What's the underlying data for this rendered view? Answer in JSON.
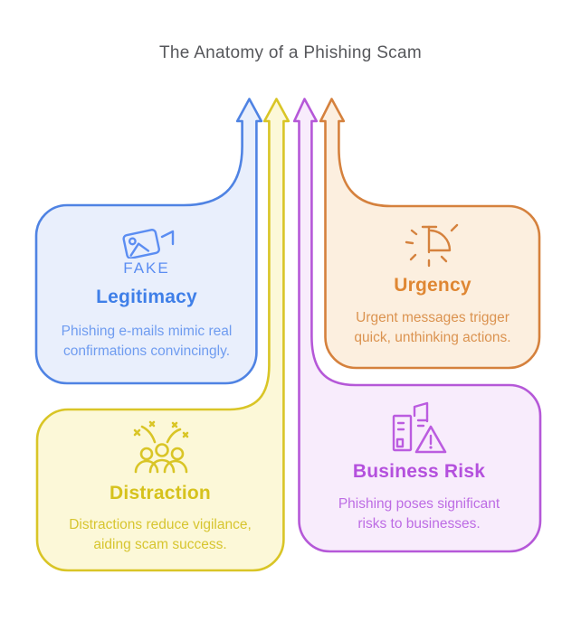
{
  "title": "The Anatomy of a Phishing Scam",
  "cards": [
    {
      "id": "legitimacy",
      "title": "Legitimacy",
      "body": "Phishing e-mails mimic real confirmations convincingly.",
      "icon": "fake-image-icon",
      "icon_label": "FAKE",
      "accent": "#3f7fe8",
      "border": "#4f83e3",
      "fill": "#e9effc"
    },
    {
      "id": "urgency",
      "title": "Urgency",
      "body": "Urgent messages trigger quick, unthinking actions.",
      "icon": "timer-icon",
      "accent": "#df8733",
      "border": "#d5813d",
      "fill": "#fcefdf"
    },
    {
      "id": "distraction",
      "title": "Distraction",
      "body": "Distractions reduce vigilance, aiding scam success.",
      "icon": "celebration-icon",
      "accent": "#d6c21c",
      "border": "#d9c526",
      "fill": "#fcf8d8"
    },
    {
      "id": "business_risk",
      "title": "Business Risk",
      "body": "Phishing poses significant risks to businesses.",
      "icon": "buildings-warning-icon",
      "accent": "#b450dd",
      "border": "#b558d8",
      "fill": "#f8ecfc"
    }
  ]
}
